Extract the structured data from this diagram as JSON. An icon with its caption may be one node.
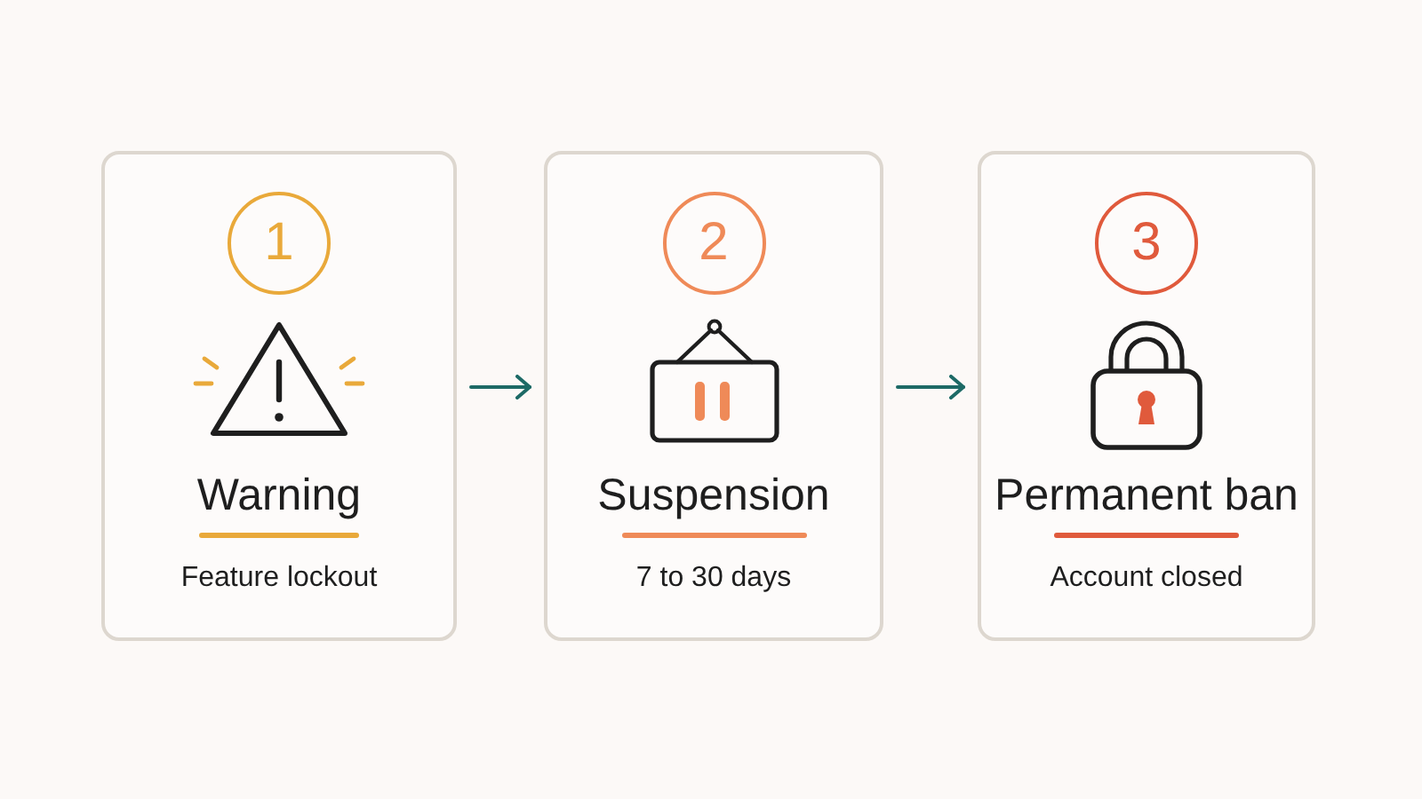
{
  "diagram": {
    "nodes": [
      {
        "text": [
          "Warning",
          "Feature lockout"
        ]
      },
      {
        "text": [
          "1"
        ],
        "in": 0
      },
      {
        "text": [
          "Suspension",
          "7 to 30 days"
        ]
      },
      {
        "text": [
          "2"
        ],
        "in": 2
      },
      {
        "text": [
          "Permanent ban",
          "Account closed"
        ]
      },
      {
        "text": [
          "3"
        ],
        "in": 4
      }
    ],
    "edges": [
      {
        "from": 0,
        "to": 2,
        "arrow": "to"
      },
      {
        "from": 2,
        "to": 4,
        "arrow": "to"
      }
    ]
  }
}
